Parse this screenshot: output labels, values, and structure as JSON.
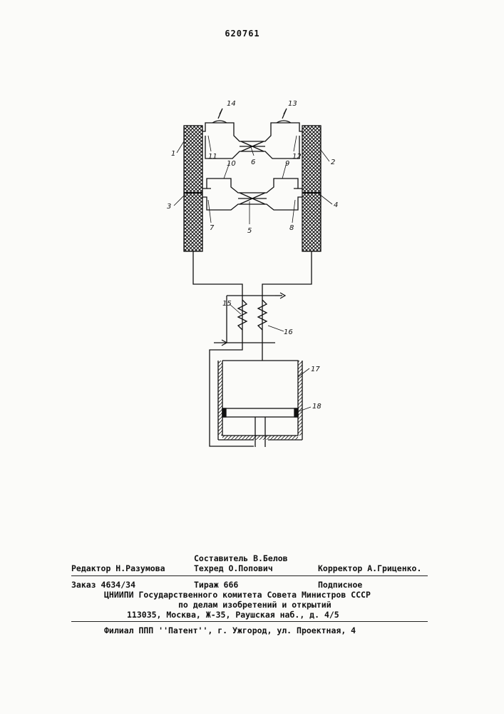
{
  "header": {
    "patent_number": "620761"
  },
  "drawing": {
    "labels": {
      "n1": "1",
      "n2": "2",
      "n3": "3",
      "n4": "4",
      "n5": "5",
      "n6": "6",
      "n7": "7",
      "n8": "8",
      "n9": "9",
      "n10": "10",
      "n11": "11",
      "n12": "12",
      "n13": "13",
      "n14": "14",
      "n15": "15",
      "n16": "16",
      "n17": "17",
      "n18": "18"
    }
  },
  "imprint": {
    "compiler": "Составитель В.Белов",
    "editor": "Редактор Н.Разумова",
    "techred": "Техред О.Попович",
    "corrector": "Корректор А.Гриценко.",
    "order": "Заказ 4634/34",
    "circulation": "Тираж 666",
    "subscription": "Подписное",
    "institute_line1": "ЦНИИПИ Государственного комитета Совета Министров СССР",
    "institute_line2": "по делам изобретений и открытий",
    "address": "113035, Москва, Ж-35, Раушская наб., д. 4/5",
    "branch": "Филиал ППП ''Патент'', г. Ужгород, ул. Проектная, 4"
  }
}
